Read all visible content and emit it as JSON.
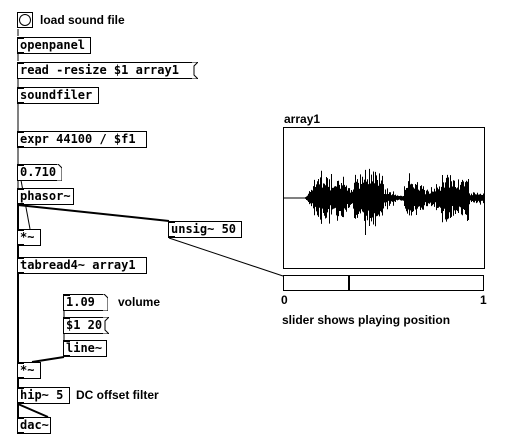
{
  "patch": {
    "bang_label": "load sound file",
    "openpanel": "openpanel",
    "read_msg": "read -resize $1 array1",
    "soundfiler": "soundfiler",
    "expr": "expr 44100 / $f1",
    "rate_number": "0.710",
    "phasor": "phasor~",
    "mult1": "*~",
    "unsig": "unsig~ 50",
    "tabread": "tabread4~ array1",
    "volume_number": "1.09",
    "volume_label": "volume",
    "ramp_msg": "$1 20",
    "line": "line~",
    "mult2": "*~",
    "hip": "hip~ 5",
    "dc_label": "DC offset filter",
    "dac": "dac~"
  },
  "array": {
    "name": "array1"
  },
  "slider": {
    "min_label": "0",
    "max_label": "1",
    "value": 0.32,
    "caption": "slider shows playing position"
  }
}
